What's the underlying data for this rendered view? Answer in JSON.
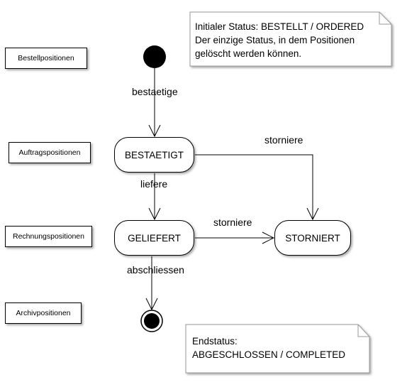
{
  "lanes": [
    {
      "label": "Bestellpositionen"
    },
    {
      "label": "Auftragspositionen"
    },
    {
      "label": "Rechnungspositionen"
    },
    {
      "label": "Archivpositionen"
    }
  ],
  "states": {
    "bestaetigt": "BESTAETIGT",
    "geliefert": "GELIEFERT",
    "storniert": "STORNIERT"
  },
  "transitions": {
    "bestaetige": "bestaetige",
    "liefere": "liefere",
    "storniere_from_bestaetigt": "storniere",
    "storniere_from_geliefert": "storniere",
    "abschliessen": "abschliessen"
  },
  "notes": {
    "initial": {
      "lines": [
        "Initialer Status: BESTELLT / ORDERED",
        "Der einzige Status, in dem Positionen",
        "gelöscht werden können."
      ]
    },
    "final": {
      "lines": [
        "Endstatus:",
        "ABGESCHLOSSEN / COMPLETED"
      ]
    }
  }
}
